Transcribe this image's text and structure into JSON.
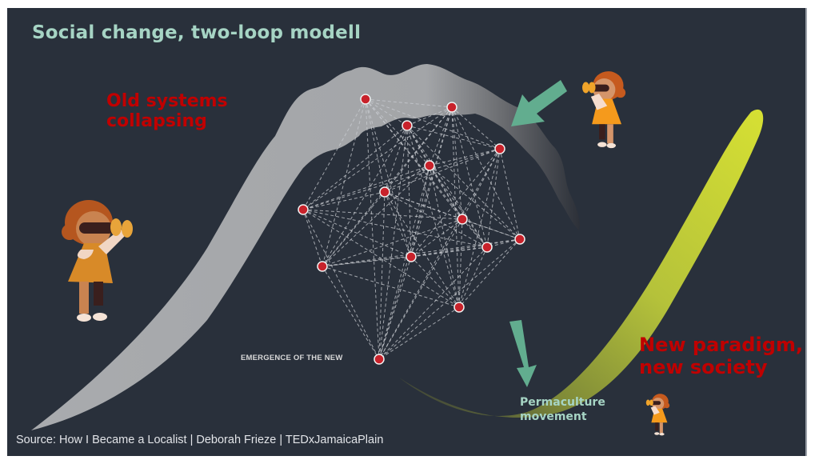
{
  "slide": {
    "title": "Social change, two-loop modell",
    "old_label": "Old systems\ncollapsing",
    "new_label": "New paradigm,\nnew society",
    "permaculture_label": "Permaculture\nmovement",
    "emergence_label": "EMERGENCE OF THE NEW",
    "source": "Source: How I Became a Localist | Deborah Frieze | TEDxJamaicaPlain"
  },
  "colors": {
    "background": "#29303b",
    "title": "#a6d4c4",
    "label_red": "#c00000",
    "arrow": "#62ad8f",
    "node": "#c8222b",
    "old_loop": "#a8aaad",
    "new_loop": "#d4e030"
  },
  "diagram": {
    "loops": [
      {
        "name": "old-system-loop",
        "description": "declining grey wave curve"
      },
      {
        "name": "new-system-loop",
        "description": "rising yellow-green curve"
      }
    ],
    "arrows": [
      {
        "name": "arrow-to-old-loop",
        "direction": "down-left"
      },
      {
        "name": "arrow-to-new-loop",
        "direction": "down"
      }
    ],
    "illustrations": [
      "girl-with-binoculars-left",
      "girl-with-binoculars-top-right",
      "girl-with-binoculars-bottom-right"
    ],
    "network_node_count": 14
  }
}
